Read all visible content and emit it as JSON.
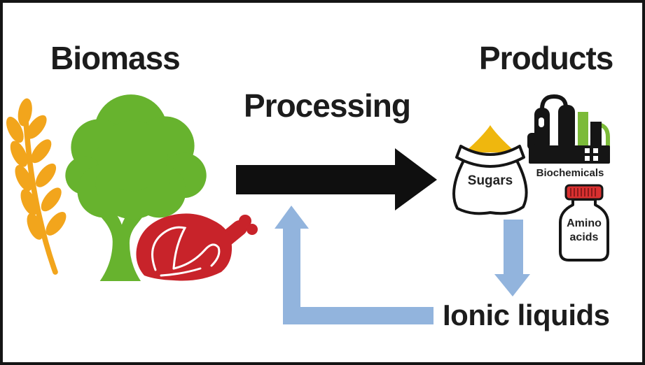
{
  "labels": {
    "biomass": "Biomass",
    "processing": "Processing",
    "products": "Products",
    "ionic_liquids": "Ionic liquids"
  },
  "products": {
    "sugars": "Sugars",
    "biochemicals": "Biochemicals",
    "amino_acids_line1": "Amino",
    "amino_acids_line2": "acids"
  },
  "icons": {
    "biomass_group": [
      "wheat-icon",
      "tree-icon",
      "turkey-icon"
    ],
    "products_group": [
      "sugar-sack-icon",
      "biorefinery-icon",
      "amino-acids-bottle-icon"
    ],
    "arrows": [
      "processing-arrow-right",
      "products-down-arrow",
      "ionic-liquids-return-arrow"
    ]
  },
  "colors": {
    "background": "#ffffff",
    "frame_border": "#151515",
    "text": "#1c1c1c",
    "arrow_black": "#0f0f0f",
    "arrow_blue": "#92b4dd",
    "wheat_gold": "#f2a51c",
    "sugar_gold": "#efb70e",
    "tree_green": "#67b32e",
    "factory_green": "#7cbb39",
    "meat_red": "#c8232a",
    "bottle_cap_red": "#d93030"
  }
}
